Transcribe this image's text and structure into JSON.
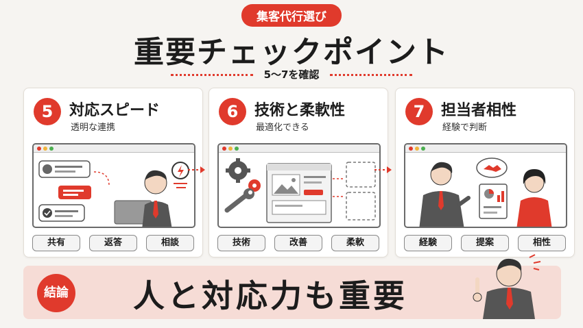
{
  "header": {
    "tag": "集客代行選び",
    "title": "重要チェックポイント",
    "subtitle": "5～7を確認"
  },
  "cards": [
    {
      "number": "5",
      "title": "対応スピード",
      "subtitle": "透明な連携",
      "chips": [
        "共有",
        "返答",
        "相談"
      ]
    },
    {
      "number": "6",
      "title": "技術と柔軟性",
      "subtitle": "最適化できる",
      "chips": [
        "技術",
        "改善",
        "柔軟"
      ]
    },
    {
      "number": "7",
      "title": "担当者相性",
      "subtitle": "経験で判断",
      "chips": [
        "経験",
        "提案",
        "相性"
      ]
    }
  ],
  "conclusion": {
    "badge": "結論",
    "text": "人と対応力も重要"
  },
  "colors": {
    "accent": "#e03a2c",
    "background": "#f6f4f1",
    "conclusion_bg": "#f6dcd6"
  }
}
